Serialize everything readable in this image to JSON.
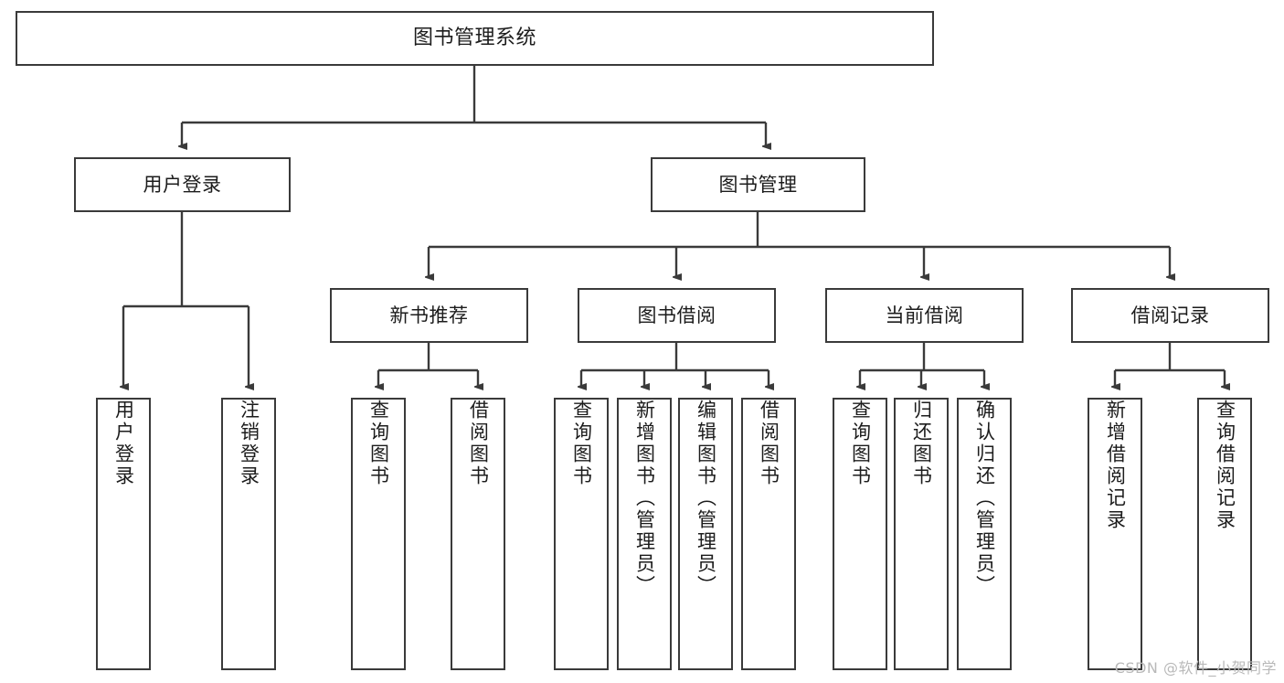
{
  "diagram": {
    "title": "图书管理系统",
    "watermark": "CSDN @软件_小贺同学",
    "colors": {
      "background": "#ffffff",
      "node_border": "#3a3a3a",
      "node_fill": "#ffffff",
      "connector": "#3a3a3a",
      "text": "#1c1c1c",
      "watermark": "#b9b9b9"
    },
    "type": "tree-hierarchy",
    "levels": 4,
    "nodes": {
      "root": {
        "label": "图书管理系统"
      },
      "level2": [
        {
          "label": "用户登录"
        },
        {
          "label": "图书管理"
        }
      ],
      "level3": [
        {
          "label": "新书推荐"
        },
        {
          "label": "图书借阅"
        },
        {
          "label": "当前借阅"
        },
        {
          "label": "借阅记录"
        }
      ],
      "leaves": {
        "user_login": [
          {
            "label": "用户登录"
          },
          {
            "label": "注销登录"
          }
        ],
        "new_book_recommend": [
          {
            "label": "查询图书"
          },
          {
            "label": "借阅图书"
          }
        ],
        "book_borrow": [
          {
            "label": "查询图书"
          },
          {
            "label": "新增图书（管理员）"
          },
          {
            "label": "编辑图书（管理员）"
          },
          {
            "label": "借阅图书"
          }
        ],
        "current_borrow": [
          {
            "label": "查询图书"
          },
          {
            "label": "归还图书"
          },
          {
            "label": "确认归还（管理员）"
          }
        ],
        "borrow_record": [
          {
            "label": "新增借阅记录"
          },
          {
            "label": "查询借阅记录"
          }
        ]
      }
    }
  }
}
